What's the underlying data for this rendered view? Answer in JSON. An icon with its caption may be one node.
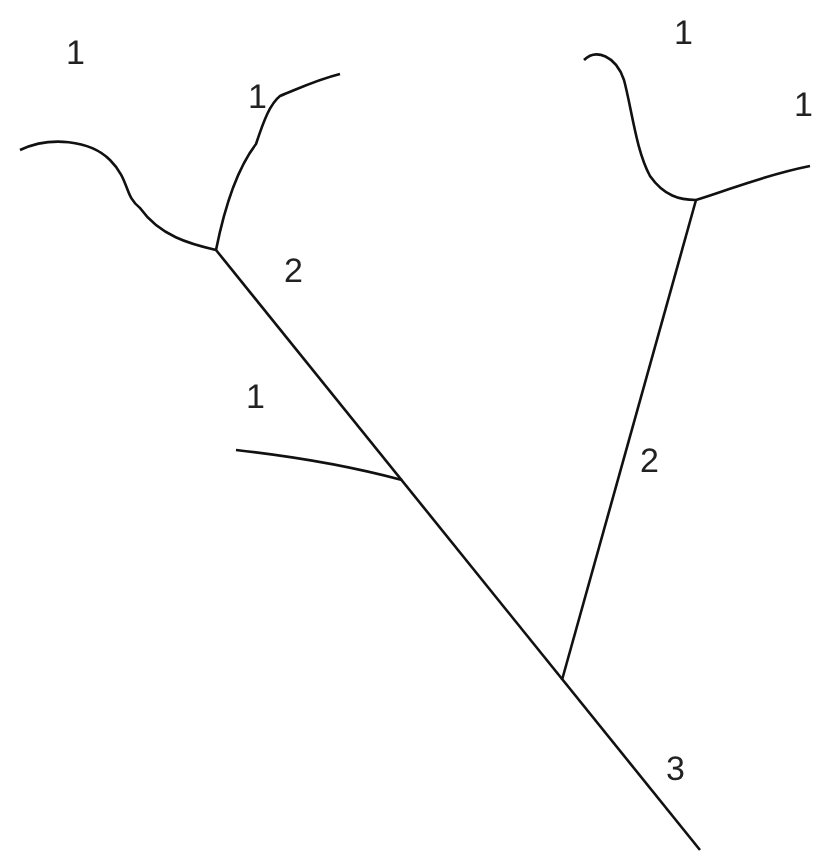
{
  "diagram": {
    "labels": [
      "1",
      "1",
      "1",
      "1",
      "2",
      "1",
      "2",
      "3"
    ]
  }
}
